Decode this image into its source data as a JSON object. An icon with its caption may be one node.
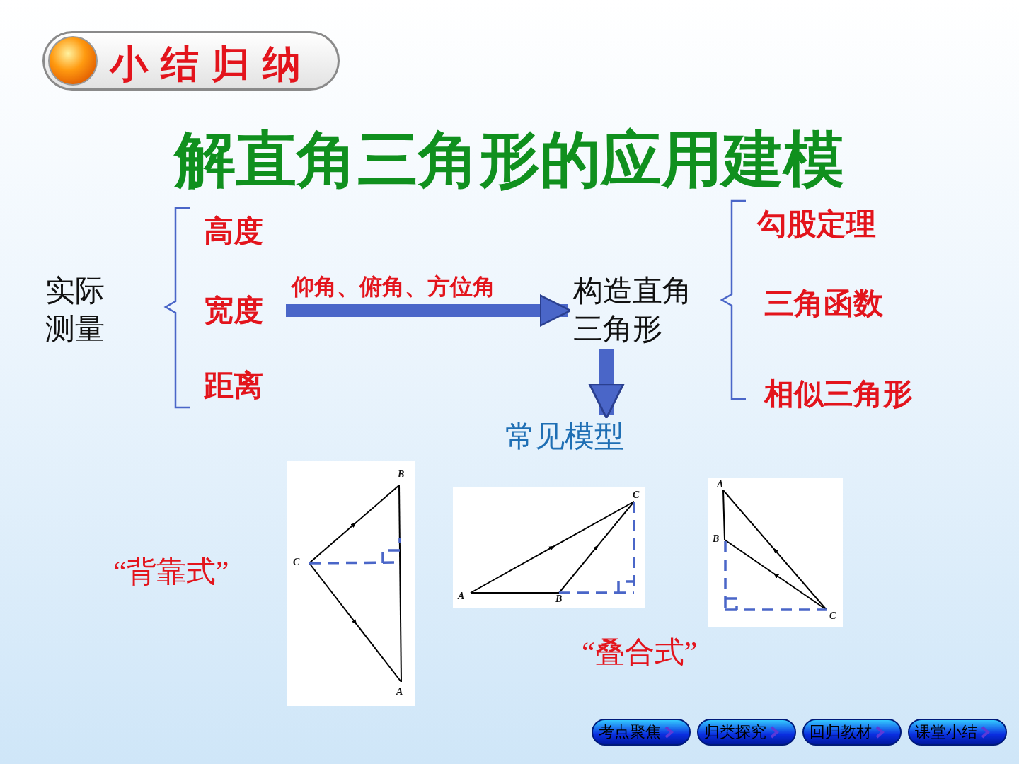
{
  "diagram": {
    "title": "解直角三角形的应用建模",
    "nodes": [
      {
        "text": [
          "实际测量"
        ]
      },
      {
        "text": [
          "高度"
        ]
      },
      {
        "text": [
          "宽度"
        ]
      },
      {
        "text": [
          "距离"
        ]
      },
      {
        "text": [
          "构造直角三角形"
        ]
      },
      {
        "text": [
          "勾股定理"
        ]
      },
      {
        "text": [
          "三角函数"
        ]
      },
      {
        "text": [
          "相似三角形"
        ]
      },
      {
        "text": [
          "常见模型"
        ]
      }
    ],
    "edges": [
      {
        "from": 2,
        "to": 4,
        "arrow": "to",
        "label": "仰角、俯角、方位角"
      },
      {
        "from": 4,
        "to": 8,
        "arrow": "to"
      }
    ],
    "labels": [
      "小结归纳",
      "B",
      "C",
      "“背靠式”",
      "A",
      "C",
      "A",
      "B",
      "A",
      "B",
      "C",
      "“叠合式”",
      "考点聚焦",
      "归类探究",
      "回归教材",
      "课堂小结"
    ]
  }
}
